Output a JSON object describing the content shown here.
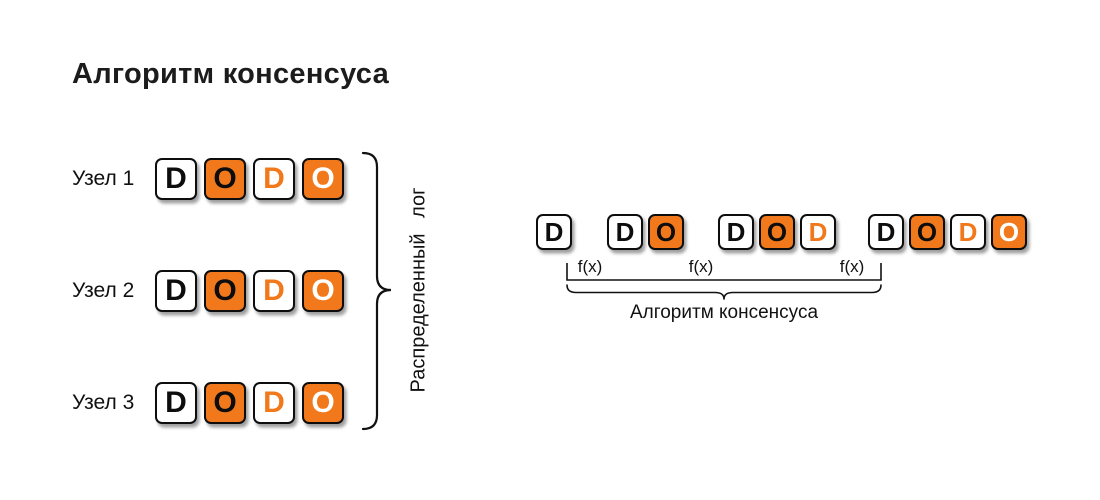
{
  "title": "Алгоритм консенсуса",
  "colors": {
    "orange": "#F2791B",
    "ink": "#111111"
  },
  "log_section": {
    "brace_label": "Распределенный лог",
    "nodes": [
      {
        "label": "Узел 1",
        "tiles": [
          {
            "letter": "D",
            "bg": "white",
            "fg": "black"
          },
          {
            "letter": "O",
            "bg": "orange",
            "fg": "black"
          },
          {
            "letter": "D",
            "bg": "white",
            "fg": "orange"
          },
          {
            "letter": "O",
            "bg": "orange",
            "fg": "white"
          }
        ]
      },
      {
        "label": "Узел 2",
        "tiles": [
          {
            "letter": "D",
            "bg": "white",
            "fg": "black"
          },
          {
            "letter": "O",
            "bg": "orange",
            "fg": "black"
          },
          {
            "letter": "D",
            "bg": "white",
            "fg": "orange"
          },
          {
            "letter": "O",
            "bg": "orange",
            "fg": "white"
          }
        ]
      },
      {
        "label": "Узел 3",
        "tiles": [
          {
            "letter": "D",
            "bg": "white",
            "fg": "black"
          },
          {
            "letter": "O",
            "bg": "orange",
            "fg": "black"
          },
          {
            "letter": "D",
            "bg": "white",
            "fg": "orange"
          },
          {
            "letter": "O",
            "bg": "orange",
            "fg": "white"
          }
        ]
      }
    ]
  },
  "consensus_section": {
    "groups": [
      {
        "tiles": [
          {
            "letter": "D",
            "bg": "white",
            "fg": "black"
          }
        ]
      },
      {
        "tiles": [
          {
            "letter": "D",
            "bg": "white",
            "fg": "black"
          },
          {
            "letter": "O",
            "bg": "orange",
            "fg": "black"
          }
        ]
      },
      {
        "tiles": [
          {
            "letter": "D",
            "bg": "white",
            "fg": "black"
          },
          {
            "letter": "O",
            "bg": "orange",
            "fg": "black"
          },
          {
            "letter": "D",
            "bg": "white",
            "fg": "orange"
          }
        ]
      },
      {
        "tiles": [
          {
            "letter": "D",
            "bg": "white",
            "fg": "black"
          },
          {
            "letter": "O",
            "bg": "orange",
            "fg": "black"
          },
          {
            "letter": "D",
            "bg": "white",
            "fg": "orange"
          },
          {
            "letter": "O",
            "bg": "orange",
            "fg": "white"
          }
        ]
      }
    ],
    "fx_labels": [
      "f(x)",
      "f(x)",
      "f(x)"
    ],
    "caption": "Алгоритм консенсуса"
  }
}
